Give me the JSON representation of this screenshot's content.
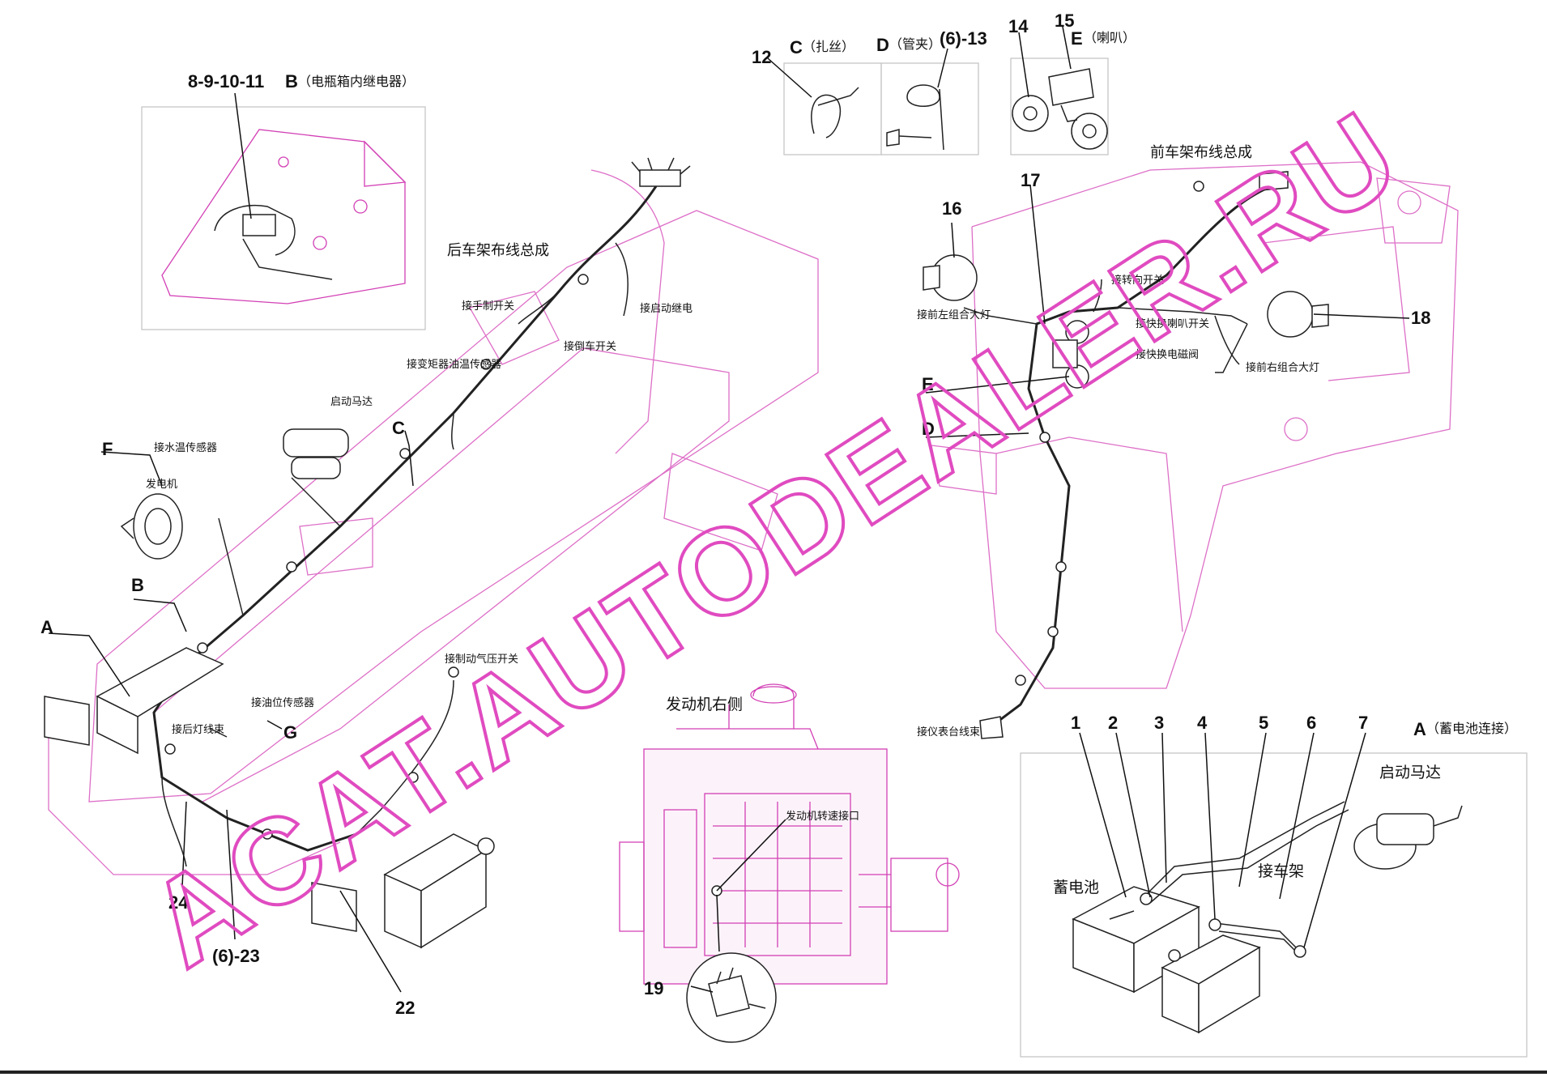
{
  "watermark": "ACAT.AUTODEALER.RU",
  "insets": {
    "b": {
      "letter": "B",
      "title": "（电瓶箱内继电器）",
      "part": "8-9-10-11"
    },
    "c": {
      "letter": "C",
      "title": "（扎丝）",
      "part": "12"
    },
    "d": {
      "letter": "D",
      "title": "（管夹）",
      "part": "(6)-13"
    },
    "e": {
      "letter": "E",
      "title": "（喇叭）",
      "parts": [
        "14",
        "15"
      ]
    },
    "engine": {
      "title": "发动机右侧",
      "callout": "发动机转速接口",
      "part": "19"
    },
    "a": {
      "letter": "A",
      "title": "（蓄电池连接）",
      "parts": [
        "1",
        "2",
        "3",
        "4",
        "5",
        "6",
        "7"
      ],
      "labels": {
        "battery": "蓄电池",
        "frame": "接车架",
        "starter": "启动马达"
      }
    }
  },
  "rear": {
    "title": "后车架布线总成",
    "labels": {
      "handbrake": "接手制开关",
      "reverse": "接倒车开关",
      "start_relay": "接启动继电",
      "trans_temp": "接变矩器油温传感器",
      "starter": "启动马达",
      "water_temp": "接水温传感器",
      "alternator": "发电机",
      "brake_press": "接制动气压开关",
      "fuel_sensor": "接油位传感器",
      "rear_lamp": "接后灯线束"
    },
    "callouts": [
      "F",
      "B",
      "A",
      "C",
      "G",
      "24",
      "(6)-23",
      "22"
    ]
  },
  "front": {
    "title": "前车架布线总成",
    "labels": {
      "left_lamp": "接前左组合大灯",
      "steer": "接转向开关",
      "horn": "接快换喇叭开关",
      "solenoid": "接快换电磁阀",
      "right_lamp": "接前右组合大灯",
      "instrument": "接仪表台线束"
    },
    "callouts": [
      "16",
      "17",
      "18",
      "E",
      "D"
    ]
  }
}
